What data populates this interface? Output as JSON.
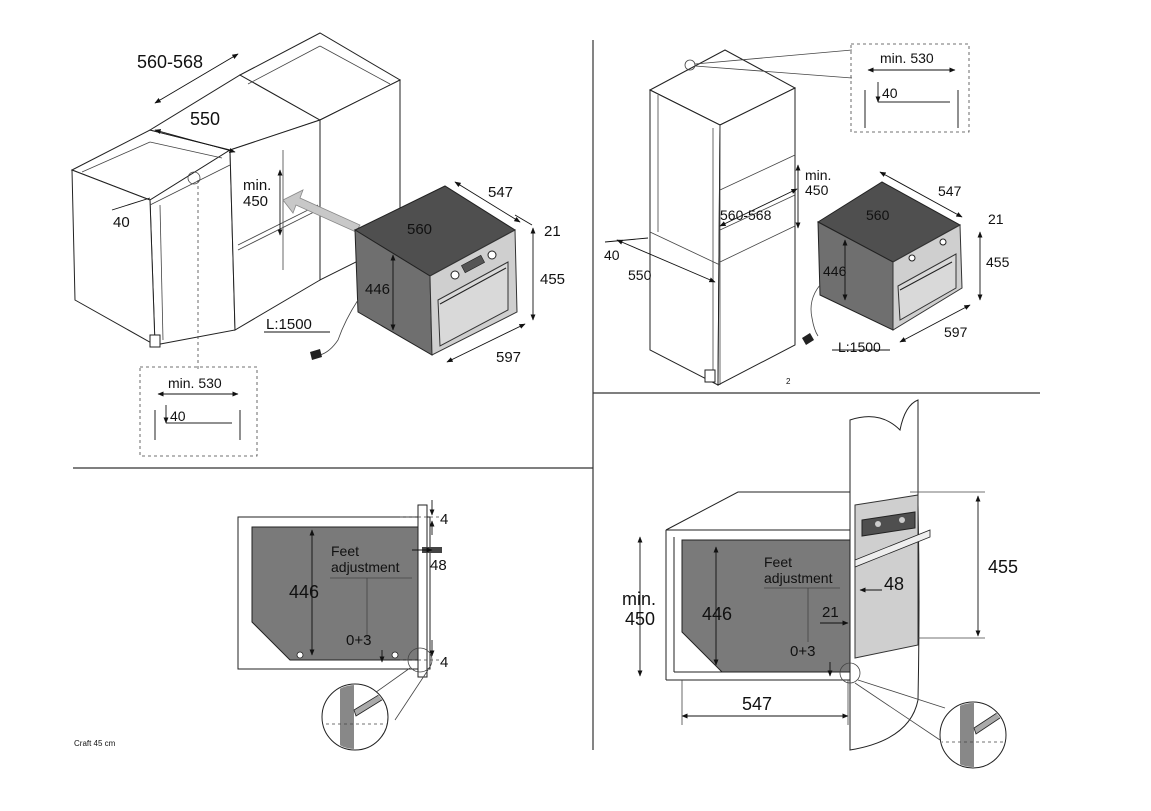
{
  "q1": {
    "dim_width_range": "560-568",
    "dim_niche_depth": "550",
    "dim_niche_min_height": "min.\n450",
    "dim_side_gap": "40",
    "dim_top": "560",
    "dim_depth": "547",
    "dim_front": "21",
    "dim_height": "455",
    "dim_body_height": "446",
    "dim_width": "597",
    "cable_length": "L:1500",
    "detail_min_width": "min. 530",
    "detail_gap": "40"
  },
  "q2": {
    "detail_min_width": "min. 530",
    "detail_gap": "40",
    "dim_niche_min_height": "min.\n450",
    "dim_width_range": "560-568",
    "dim_side_gap": "40",
    "dim_niche_depth": "550",
    "dim_top": "560",
    "dim_depth": "547",
    "dim_front": "21",
    "dim_height": "455",
    "dim_body_height": "446",
    "dim_width": "597",
    "cable_length": "L:1500",
    "page_number": "2"
  },
  "q3": {
    "dim_top_gap": "4",
    "feet_label": "Feet\nadjustment",
    "dim_foot": "48",
    "dim_height": "446",
    "dim_adjust": "0+3",
    "dim_bottom_gap": "4",
    "footer_model": "Craft 45 cm"
  },
  "q4": {
    "dim_niche_min_height": "min.\n450",
    "dim_height": "446",
    "feet_label": "Feet\nadjustment",
    "dim_foot": "48",
    "dim_front": "21",
    "dim_adjust": "0+3",
    "dim_total_height": "455",
    "dim_depth": "547"
  }
}
